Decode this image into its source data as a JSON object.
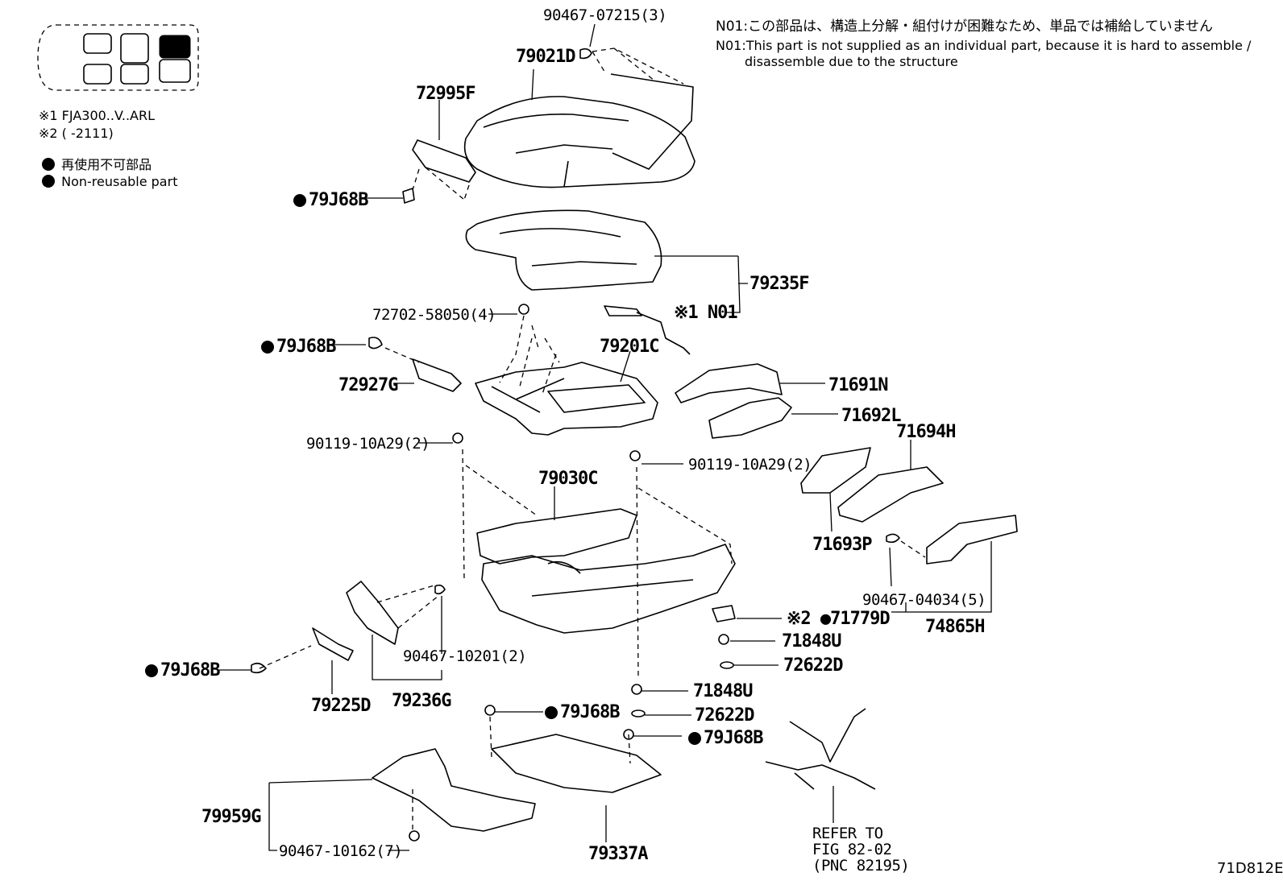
{
  "notes": {
    "n01_jp": "N01:この部品は、構造上分解・組付けが困難なため、単品では補給していません",
    "n01_en_1": "N01:This part is not supplied as an individual part, because it is hard to assemble /",
    "n01_en_2": "disassemble due to the structure"
  },
  "legend": {
    "ref1": "※1 FJA300..V..ARL",
    "ref2": "※2 (        -2111)",
    "nonreusable_jp": "再使用不可部品",
    "nonreusable_en": "Non-reusable part"
  },
  "labels": {
    "p90467_07215": "90467-07215(3)",
    "p79021D": "79021D",
    "p72995F": "72995F",
    "p79J68B_a": "79J68B",
    "p79235F": "79235F",
    "pN01": "※1 N01",
    "p72702": "72702-58050(4)",
    "p79J68B_b": "79J68B",
    "p79201C": "79201C",
    "p72927G": "72927G",
    "p71691N": "71691N",
    "p71692L": "71692L",
    "p71694H": "71694H",
    "p90119_a": "90119-10A29(2)",
    "p90119_b": "90119-10A29(2)",
    "p79030C": "79030C",
    "p71693P": "71693P",
    "p90467_04034": "90467-04034(5)",
    "p74865H": "74865H",
    "p71779D": "※2 ●71779D",
    "p71848U_a": "71848U",
    "p72622D_a": "72622D",
    "p79J68B_c": "79J68B",
    "p90467_10201": "90467-10201(2)",
    "p79225D": "79225D",
    "p79236G": "79236G",
    "p71848U_b": "71848U",
    "p72622D_b": "72622D",
    "p79J68B_d": "79J68B",
    "p79J68B_e": "79J68B",
    "p79959G": "79959G",
    "p90467_10162": "90467-10162(7)",
    "p79337A": "79337A",
    "refer_1": "REFER TO",
    "refer_2": "FIG 82-02",
    "refer_3": "(PNC 82195)",
    "figure_code": "71D812E"
  }
}
